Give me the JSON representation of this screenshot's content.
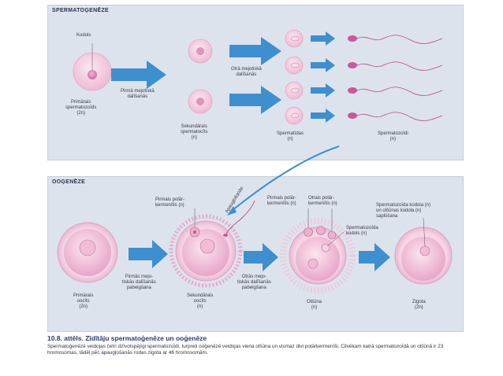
{
  "spermatogenesis": {
    "title": "SPERMATOĢENĒZE",
    "nucleus_label": "Kodols",
    "primary": "Primārais\nspermatozoīds\n(2n)",
    "first_division": "Pirmā mejotiskā\ndalīšanās",
    "second_division": "Otrā mejotiskā\ndalīšanās",
    "secondary": "Sekundārais\nspermatocīts\n(n)",
    "spermatids": "Spermatīdas\n(n)",
    "spermatozoa": "Spermatozoīdi\n(n)"
  },
  "oogenesis": {
    "title": "OOĢENĒZE",
    "polar_body_1": "Pirmais polār-\nķermenītis (n)",
    "fertilization": "Apaugļošanās",
    "polar_body_1b": "Pirmais polār-\nķermenītis (n)",
    "polar_body_2": "Otrais polār-\nķermenītis (n)",
    "sperm_nucleus": "Spermatozoīda\nkodols (n)",
    "zygote_note": "Spermatozoīda kodola (n)\nun olšūnas kodola (n)\nsaplūšana",
    "first_division": "Pirmās mejo-\ntiskās dalīšanās\npabeigšana",
    "second_division": "Otrās mejo-\ntiskās dalīšanās\npabeigšana",
    "primary": "Primārais\noocīts\n(2n)",
    "secondary": "Sekundārais\noocīts\n(n)",
    "egg": "Olšūna\n(n)",
    "zygote": "Zigota\n(2n)"
  },
  "caption": {
    "title": "10.8. attēls. Zīdītāju spermatoģenēze un ooģenēze",
    "text": "Spermatoģenēzē veidojas četri dzīvotspējīgi spermatozoīdi, turpreti ooģenēzē veidojas viena olšūna un vismaz divi polārķermenīši. Cilvēkam katrā spermatozoīdā un olšūnā ir 23 hromosomas, tādēļ pēc apaugļošanās rodas zigota ar 46 hromosomām."
  },
  "colors": {
    "panel": "#dde3ec",
    "arrow": "#3e8fd0",
    "cell": "#f3cfe0",
    "nucleus": "#d77fae",
    "sperm_head": "#c9589a",
    "sperm_tail": "#b04a86"
  }
}
